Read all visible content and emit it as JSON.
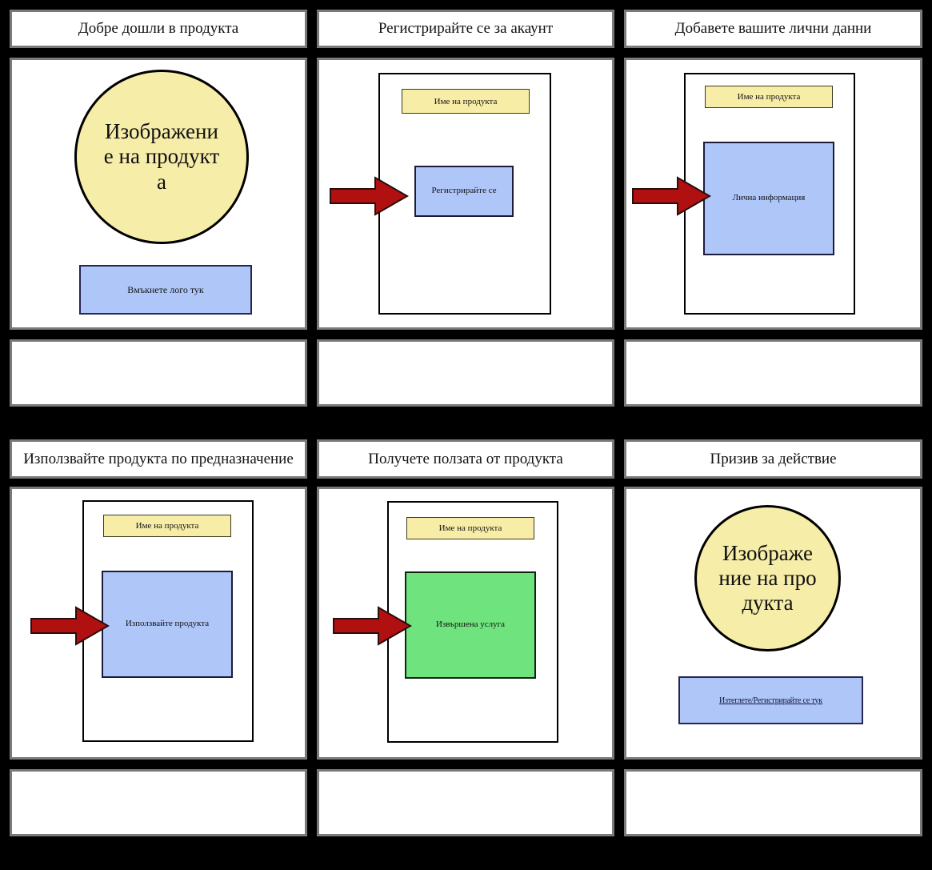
{
  "board": {
    "background_color": "#000000",
    "panel_border_color": "#7a7a7a",
    "accent_yellow": "#f6eda8",
    "accent_blue": "#aec6f8",
    "accent_green": "#6fe47e",
    "accent_red": "#b01010"
  },
  "panels": [
    {
      "id": "panel-1",
      "title": "Добре дошли в продукта",
      "circle_text": "Изображение на продукта",
      "plate_text": "Вмъкнете лого тук",
      "caption": ""
    },
    {
      "id": "panel-2",
      "title": "Регистрирайте се за акаунт",
      "name_bar": "Име на продукта",
      "block_text": "Регистрирайте се",
      "caption": ""
    },
    {
      "id": "panel-3",
      "title": "Добавете вашите лични данни",
      "name_bar": "Име на продукта",
      "block_text": "Лична информация",
      "caption": ""
    },
    {
      "id": "panel-4",
      "title": "Използвайте продукта по предназначение",
      "name_bar": "Име на продукта",
      "block_text": "Използвайте продукта",
      "caption": ""
    },
    {
      "id": "panel-5",
      "title": "Получете ползата от продукта",
      "name_bar": "Име на продукта",
      "block_text": "Извършена услуга",
      "caption": ""
    },
    {
      "id": "panel-6",
      "title": "Призив за действие",
      "circle_text": "Изображение на продукта",
      "plate_text": "Изтеглете/Регистрирайте се тук",
      "caption": ""
    }
  ]
}
